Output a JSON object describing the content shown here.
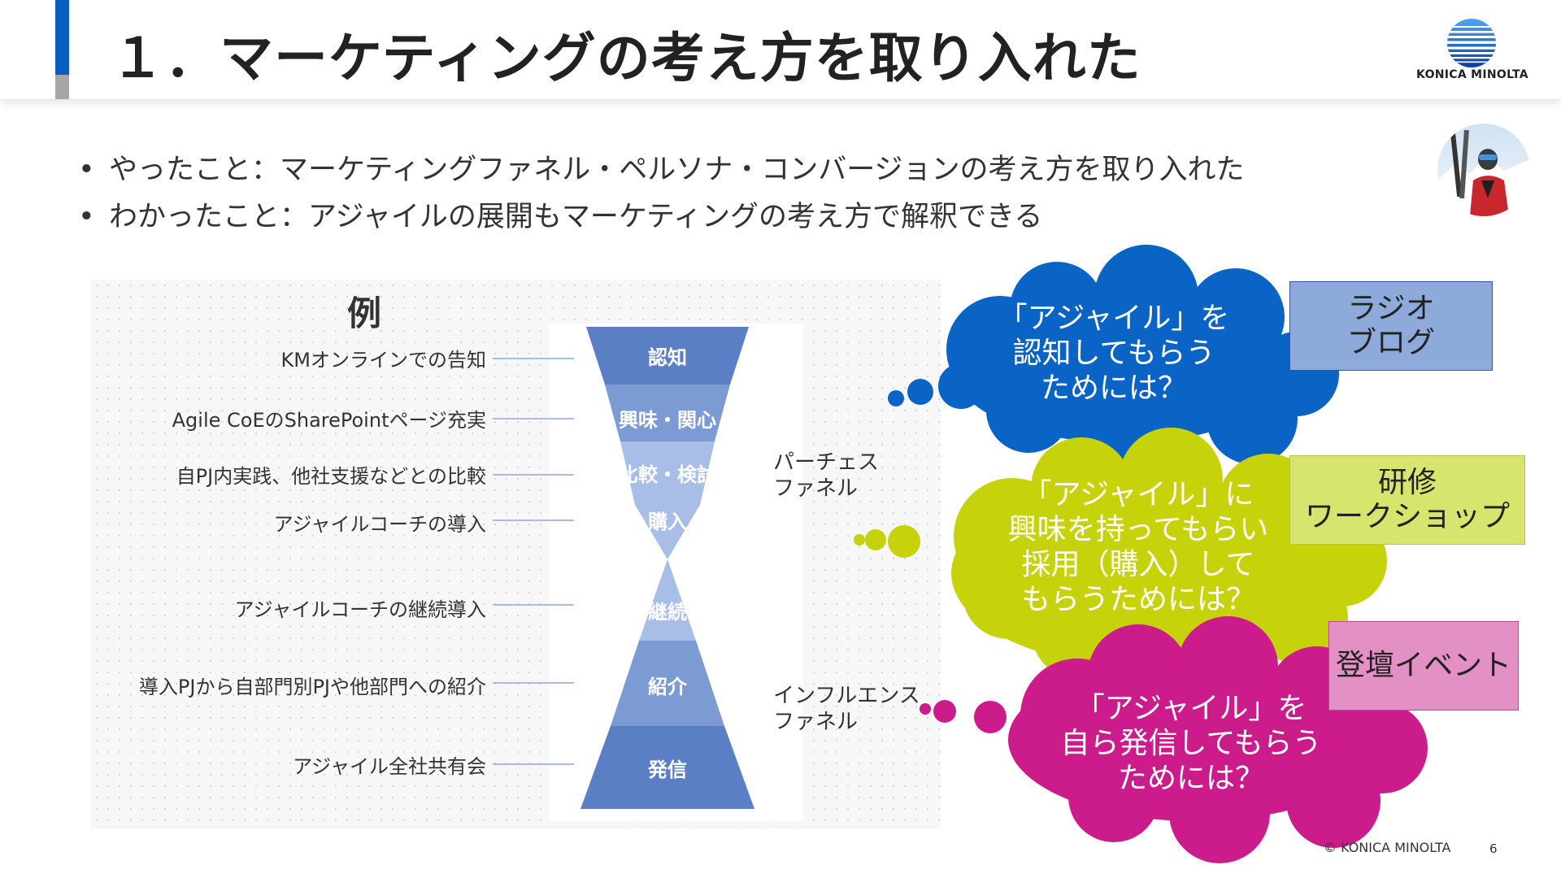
{
  "slide": {
    "title": "１．マーケティングの考え方を取り入れた",
    "logo_text": "KONICA MINOLTA",
    "footer_copyright": "© KONICA MINOLTA",
    "page_number": "6",
    "colors": {
      "accent_blue": "#0b5cbf",
      "accent_gray": "#a6a6a6"
    }
  },
  "bullets": [
    {
      "marker": "•",
      "text": "やったこと：マーケティングファネル・ペルソナ・コンバージョンの考え方を取り入れた"
    },
    {
      "marker": "•",
      "text": "わかったこと：アジャイルの展開もマーケティングの考え方で解釈できる"
    }
  ],
  "diagram": {
    "heading": "例",
    "examples": [
      "KMオンラインでの告知",
      "Agile CoEのSharePointページ充実",
      "自PJ内実践、他社支援などとの比較",
      "アジャイルコーチの導入",
      "アジャイルコーチの継続導入",
      "導入PJから自部門別PJや他部門への紹介",
      "アジャイル全社共有会"
    ],
    "stages": [
      "認知",
      "興味・関心",
      "比較・検討",
      "購入",
      "継続",
      "紹介",
      "発信"
    ],
    "purchase_funnel": [
      "パーチェス",
      "ファネル"
    ],
    "influence_funnel": [
      "インフルエンス",
      "ファネル"
    ],
    "colors": {
      "stage_dark": "#5b7fc4",
      "stage_mid": "#7d9bd3",
      "stage_light": "#a9bee6"
    }
  },
  "clouds": [
    {
      "lines": [
        "「アジャイル」を",
        "認知してもらう",
        "ためには？"
      ],
      "color": "#0a64c6"
    },
    {
      "lines": [
        "「アジャイル」に",
        "興味を持ってもらい",
        "採用（購入）して",
        "もらうためには？"
      ],
      "color": "#c6d20a"
    },
    {
      "lines": [
        "「アジャイル」を",
        "自ら発信してもらう",
        "ためには？"
      ],
      "color": "#cc1b8a"
    }
  ],
  "tags": [
    {
      "lines": [
        "ラジオ",
        "ブログ"
      ],
      "color": "#8eaadb",
      "border": "#2f5597"
    },
    {
      "lines": [
        "研修",
        "ワークショップ"
      ],
      "color": "#d7e56e",
      "border": "#b8c43a"
    },
    {
      "lines": [
        "登壇イベント"
      ],
      "color": "#e390c4",
      "border": "#b84a90"
    }
  ]
}
